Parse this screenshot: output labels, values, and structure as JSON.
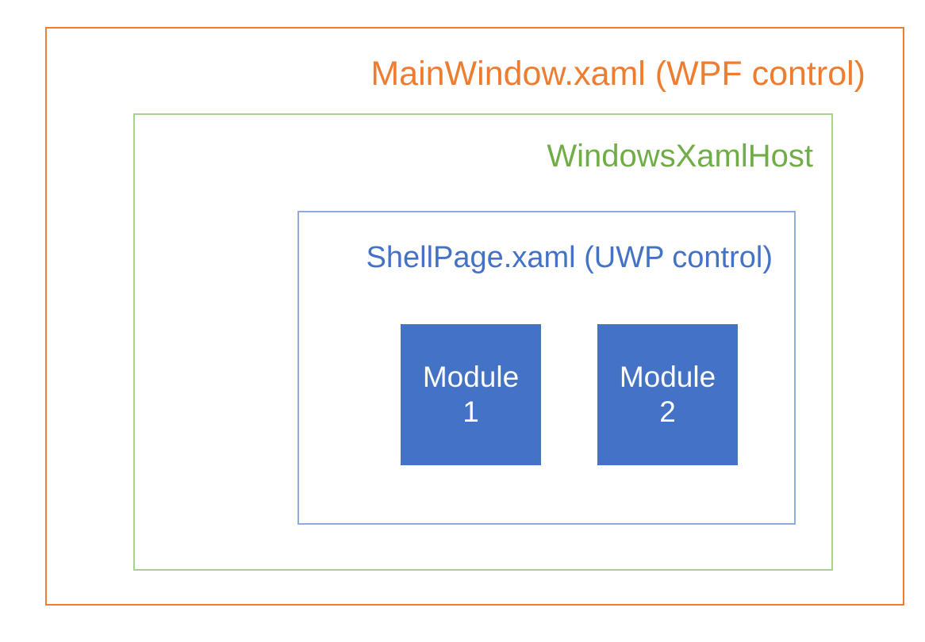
{
  "diagram": {
    "title_layer": "MainWindow.xaml (WPF control)",
    "host_layer": "WindowsXamlHost",
    "page_layer": "ShellPage.xaml (UWP control)",
    "colors": {
      "outer_border": "#ED7D31",
      "outer_text": "#ED7D31",
      "middle_border": "#A9D18E",
      "middle_text": "#70AD47",
      "inner_border": "#8FAADC",
      "inner_text": "#4472C4",
      "module_fill": "#4472C4",
      "module_text": "#FFFFFF",
      "background": "#FFFFFF"
    },
    "modules": [
      {
        "name": "Module",
        "number": "1"
      },
      {
        "name": "Module",
        "number": "2"
      }
    ]
  }
}
